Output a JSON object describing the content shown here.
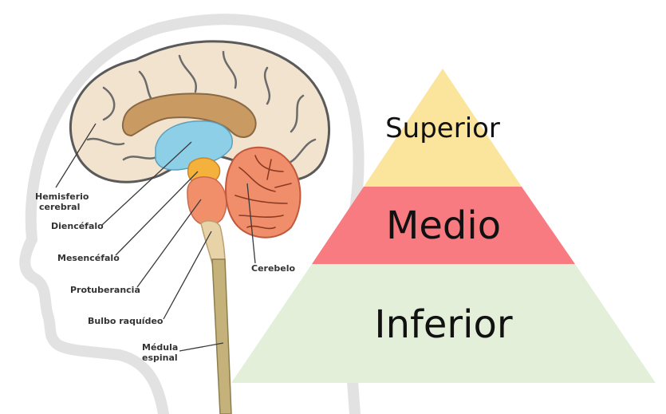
{
  "brain_labels": {
    "hemisferio_line1": "Hemisferio",
    "hemisferio_line2": "cerebral",
    "diencefalo": "Diencéfalo",
    "mesencefalo": "Mesencéfalo",
    "protuberancia": "Protuberancia",
    "bulbo": "Bulbo raquídeo",
    "medula_line1": "Médula",
    "medula_line2": "espinal",
    "cerebelo": "Cerebelo"
  },
  "pyramid": {
    "superior": "Superior",
    "medio": "Medio",
    "inferior": "Inferior"
  },
  "colors": {
    "cortex": "#f2e3cf",
    "corpus_callosum": "#c99a62",
    "diencephalon": "#8ecfe8",
    "midbrain": "#f4b23c",
    "pons": "#f28f6b",
    "medulla": "#e8d2a8",
    "cerebellum": "#f08d6a",
    "spinal_cord": "#c4b27a",
    "tier_superior": "#fbe49b",
    "tier_medio": "#f77b80",
    "tier_inferior": "#e3efd9"
  }
}
